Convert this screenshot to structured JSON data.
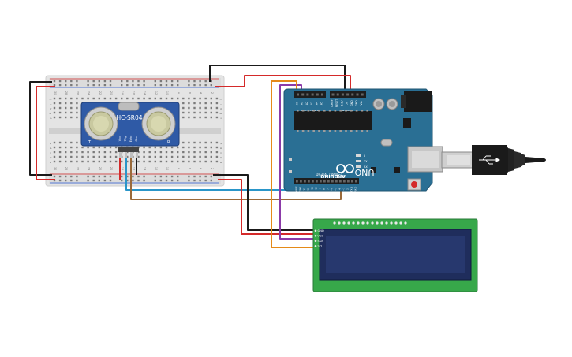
{
  "sensor": {
    "model": "HC-SR04",
    "pins": [
      "Vcc",
      "Trig",
      "Echo",
      "Gnd"
    ],
    "left_mark": "T",
    "right_mark": "R"
  },
  "arduino": {
    "logo": "ARDUINO",
    "model": "UNO",
    "digital_header": "DIGITAL (PWM~)",
    "analog_header": "ANALOG IN",
    "power_header": "POWER",
    "power_pins": [
      "IOREF",
      "RESET",
      "3.3V",
      "5V",
      "GND",
      "GND",
      "Vin"
    ],
    "analog_pins": [
      "A0",
      "A1",
      "A2",
      "A3",
      "A4",
      "A5"
    ],
    "digital_pins": [
      "AREF",
      "GND",
      "13",
      "12",
      "~11",
      "~10",
      "~9",
      "8",
      "7",
      "~6",
      "~5",
      "4",
      "~3",
      "2",
      "TX 1",
      "RX 0"
    ],
    "leds": [
      "L",
      "TX",
      "RX"
    ]
  },
  "lcd": {
    "pins": [
      "GND",
      "VCC",
      "SDA",
      "SCL"
    ]
  },
  "breadboard": {
    "columns": [
      "30",
      "29",
      "28",
      "27",
      "26",
      "25",
      "24",
      "23",
      "22",
      "21",
      "20",
      "19",
      "18",
      "17",
      "16",
      "15",
      "14",
      "13",
      "12",
      "11",
      "10",
      "9",
      "8",
      "7",
      "6",
      "5",
      "4",
      "3",
      "2",
      "1"
    ],
    "rows_top": [
      "j",
      "i",
      "h",
      "g",
      "f"
    ],
    "rows_bottom": [
      "e",
      "d",
      "c",
      "b",
      "a"
    ]
  },
  "colors": {
    "board": "#2a6f94",
    "lcd_pcb": "#37a84a",
    "lcd_screen": "#1f2d5c",
    "sensor_pcb": "#2f5aa6",
    "wire_red": "#d42a2a",
    "wire_black": "#1a1a1a",
    "wire_orange": "#e58a18",
    "wire_purple": "#8b3aa8",
    "wire_blue": "#2a96c9",
    "wire_brown": "#9a6a3a",
    "breadboard": "#e6e6e6"
  }
}
